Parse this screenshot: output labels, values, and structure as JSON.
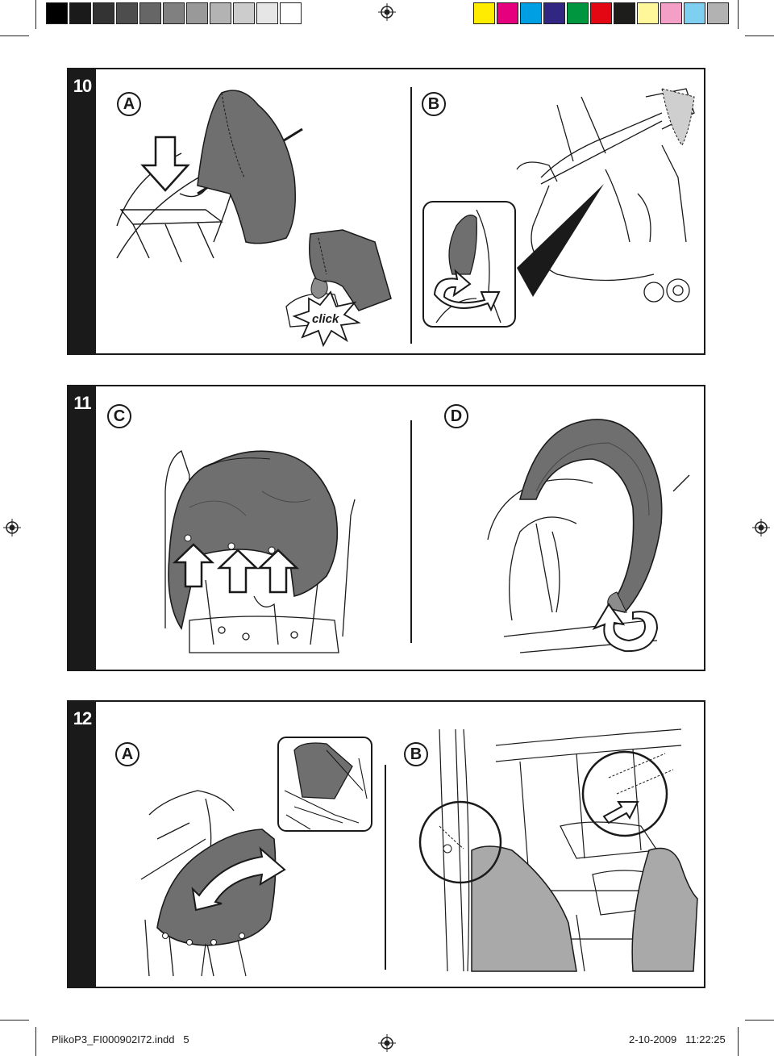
{
  "colorbar": {
    "grays": [
      "#000000",
      "#1a1a1a",
      "#333333",
      "#4d4d4d",
      "#666666",
      "#808080",
      "#999999",
      "#b3b3b3",
      "#cccccc",
      "#e6e6e6",
      "#ffffff"
    ],
    "colors": [
      "#ffec00",
      "#e6007e",
      "#009fe3",
      "#312783",
      "#009640",
      "#e30613",
      "#1d1d1b",
      "#fff799",
      "#f39fc6",
      "#7fcff1",
      "#b2b2b2"
    ]
  },
  "steps": [
    {
      "number": "10",
      "letters": [
        "A",
        "B"
      ],
      "click_label": "click"
    },
    {
      "number": "11",
      "letters": [
        "C",
        "D"
      ]
    },
    {
      "number": "12",
      "letters": [
        "A",
        "B"
      ]
    }
  ],
  "footer": {
    "filename": "PlikoP3_FI000902I72.indd   5",
    "timestamp": "2-10-2009   11:22:25"
  },
  "icons": {
    "registration": "registration-mark-icon",
    "arrow_down": "arrow-down-icon",
    "arrow_up": "arrow-up-icon",
    "rotate": "rotate-arrow-icon",
    "click_burst": "click-burst-icon"
  },
  "colors": {
    "fabric": "#6f6f6f",
    "fabric_light": "#a9a9a9",
    "ink": "#1a1a1a"
  }
}
